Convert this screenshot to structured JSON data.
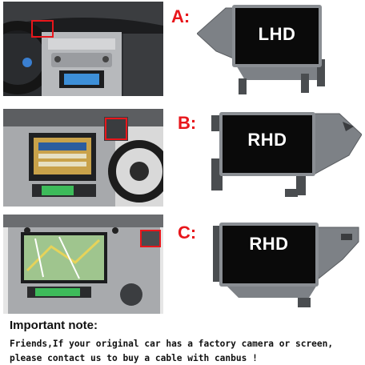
{
  "rows": [
    {
      "letter": "A:",
      "screen_label": "LHD"
    },
    {
      "letter": "B:",
      "screen_label": "RHD"
    },
    {
      "letter": "C:",
      "screen_label": "RHD"
    }
  ],
  "note": {
    "title": "Important note:",
    "body": "Friends,If your original car has a factory camera or screen, please contact us to buy a cable with canbus !"
  },
  "colors": {
    "accent": "#e8161b",
    "screen": "#0a0a0a",
    "bezel": "#8a8e93"
  }
}
